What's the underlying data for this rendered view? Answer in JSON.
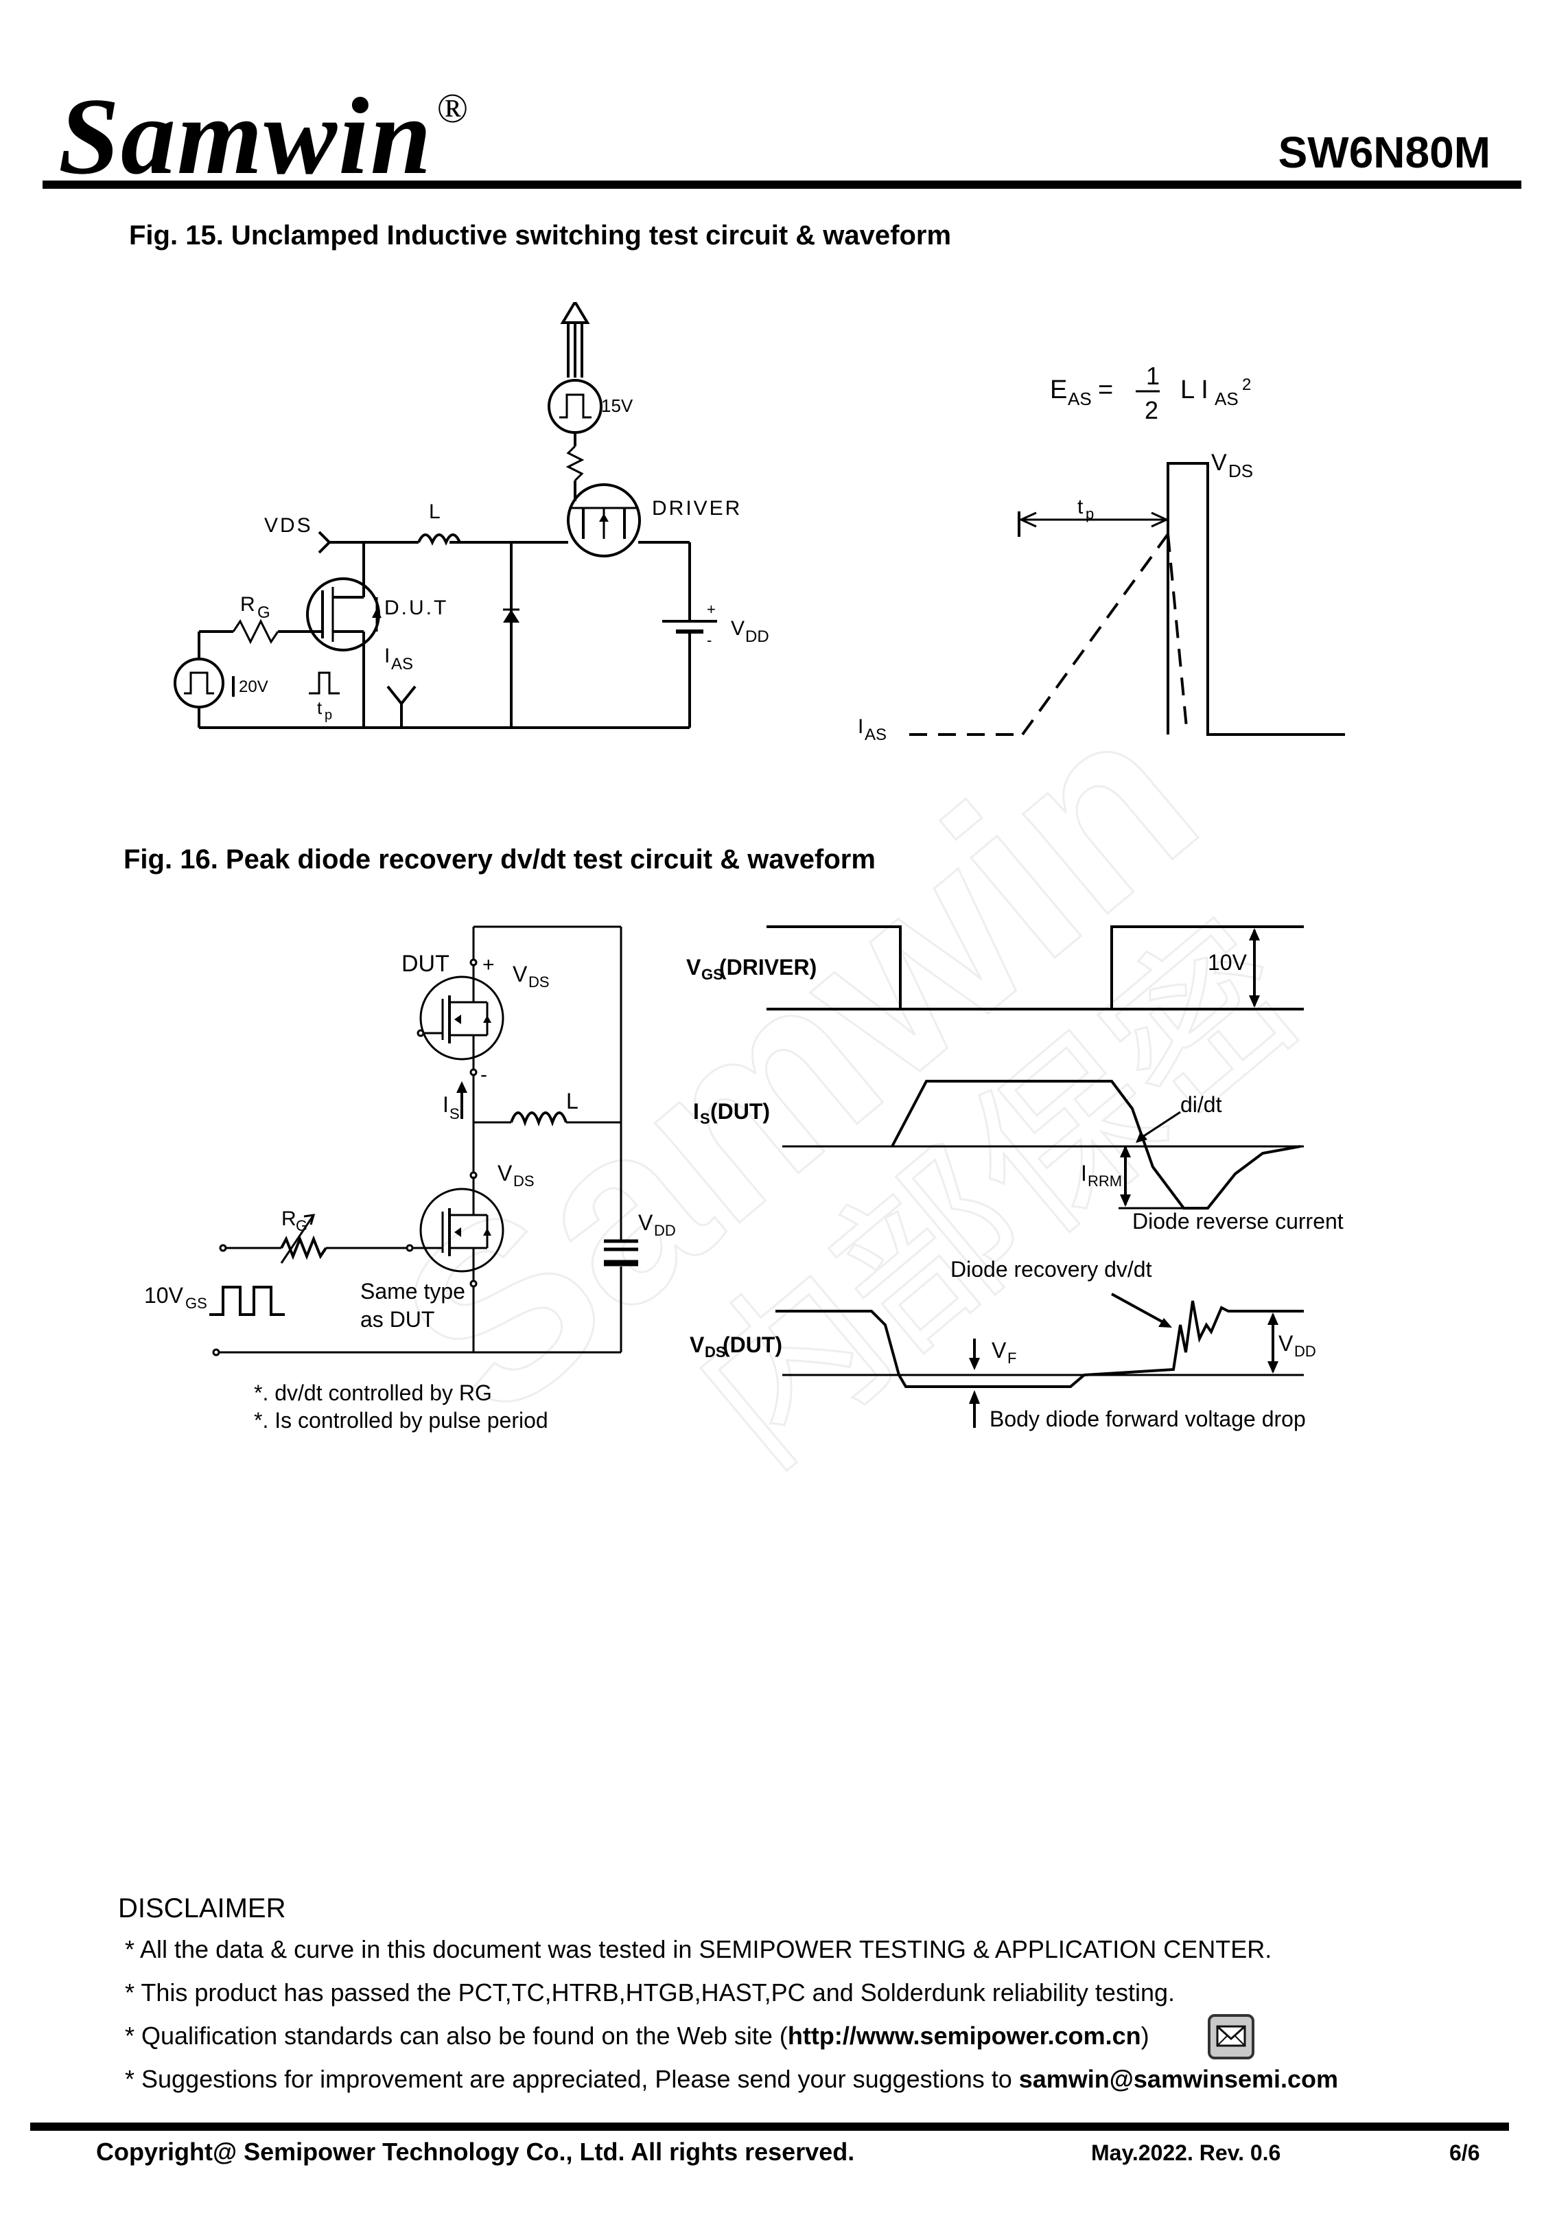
{
  "header": {
    "brand": "Samwin",
    "registered": "®",
    "part_number": "SW6N80M"
  },
  "watermark": {
    "text": "Samwin",
    "subtext": "内部保密"
  },
  "fig15": {
    "title": "Fig. 15. Unclamped Inductive switching test circuit & waveform",
    "labels": {
      "gate_pulse": "15V",
      "vds": "VDS",
      "l": "L",
      "driver": "DRIVER",
      "rg_r": "R",
      "rg_g": "G",
      "dut": "D.U.T",
      "ias_i": "I",
      "ias_as": "AS",
      "vdd_v": "V",
      "vdd_dd": "DD",
      "v20": "20V",
      "tp_t": "t",
      "tp_p": "p",
      "plus": "+",
      "minus": "-"
    },
    "formula": {
      "e": "E",
      "as": "AS",
      "eq": "=",
      "num": "1",
      "den": "2",
      "l": "L I",
      "as2": "AS",
      "sq": "2"
    },
    "wave": {
      "vds_v": "V",
      "vds_ds": "DS",
      "tp_t": "t",
      "tp_p": "p",
      "ias_i": "I",
      "ias_as": "AS"
    }
  },
  "fig16": {
    "title": "Fig. 16. Peak diode recovery dv/dt test circuit & waveform",
    "circuit": {
      "dut": "DUT",
      "plus": "+",
      "minus": "-",
      "vds_v": "V",
      "vds_ds": "DS",
      "is_i": "I",
      "is_s": "S",
      "l": "L",
      "rg_r": "R",
      "rg_g": "G",
      "vdd_v": "V",
      "vdd_dd": "DD",
      "vgs_10": "10V",
      "vgs_gs": "GS",
      "same_type_1": "Same type",
      "same_type_2": "as DUT",
      "note_1": "*. dv/dt controlled by RG",
      "note_2": "*. Is controlled by pulse period"
    },
    "wave": {
      "vgs_v": "V",
      "vgs_gs": "GS",
      "vgs_driver": " (DRIVER)",
      "v10": "10V",
      "is_i": "I",
      "is_s": "S",
      "is_dut": " (DUT)",
      "didt": "di/dt",
      "irrm_i": "I",
      "irrm_rrm": "RRM",
      "reverse_current": "Diode reverse current",
      "recovery": "Diode recovery dv/dt",
      "vds_v": "V",
      "vds_ds": "DS",
      "vds_dut": " (DUT)",
      "vf_v": "V",
      "vf_f": "F",
      "vdd_v": "V",
      "vdd_dd": "DD",
      "forward_drop": "Body diode forward voltage drop"
    }
  },
  "disclaimer": {
    "title": "DISCLAIMER",
    "line1": "* All the data & curve in this document was tested in SEMIPOWER TESTING & APPLICATION CENTER.",
    "line2": "* This product has passed the PCT,TC,HTRB,HTGB,HAST,PC and Solderdunk reliability testing.",
    "line3_pre": "* Qualification standards can also be found on the Web site (",
    "line3_url": "http://www.semipower.com.cn",
    "line3_post": ")",
    "line4_pre": "* Suggestions for improvement are appreciated, Please send your suggestions to ",
    "line4_email": "samwin@samwinsemi.com",
    "mail_icon": "envelope-icon"
  },
  "footer": {
    "copyright": "Copyright@ Semipower Technology Co., Ltd. All rights reserved.",
    "revision": "May.2022. Rev. 0.6",
    "page": "6/6"
  }
}
